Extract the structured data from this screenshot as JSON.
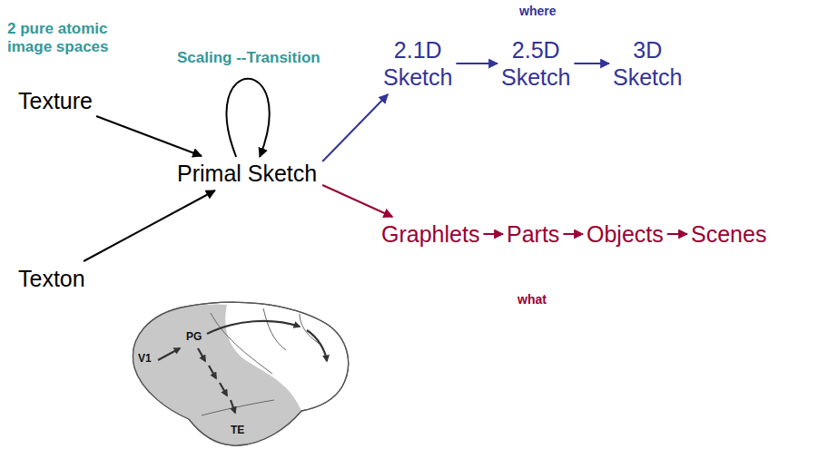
{
  "diagram": {
    "nodes": [
      {
        "text": [
          "Texture"
        ]
      },
      {
        "text": [
          "Texton"
        ]
      },
      {
        "text": [
          "Primal Sketch"
        ]
      },
      {
        "text": [
          "2.1D Sketch"
        ]
      },
      {
        "text": [
          "2.5D Sketch"
        ]
      },
      {
        "text": [
          "3D Sketch"
        ]
      },
      {
        "text": [
          "Graphlets"
        ]
      },
      {
        "text": [
          "Parts"
        ]
      },
      {
        "text": [
          "Objects"
        ]
      },
      {
        "text": [
          "Scenes"
        ]
      }
    ],
    "edges": [
      {
        "from": 0,
        "to": 2,
        "arrow": "to"
      },
      {
        "from": 1,
        "to": 2,
        "arrow": "to"
      },
      {
        "from": 2,
        "to": 2,
        "arrow": "to"
      },
      {
        "from": 2,
        "to": 3,
        "arrow": "to"
      },
      {
        "from": 3,
        "to": 4,
        "arrow": "to"
      },
      {
        "from": 4,
        "to": 5,
        "arrow": "to"
      },
      {
        "from": 2,
        "to": 6,
        "arrow": "to"
      },
      {
        "from": 6,
        "to": 7,
        "arrow": "to"
      },
      {
        "from": 7,
        "to": 8,
        "arrow": "to"
      },
      {
        "from": 8,
        "to": 9,
        "arrow": "to"
      }
    ],
    "labels": [
      "2 pure atomic image spaces",
      "Scaling --Transition",
      "where",
      "what",
      "V1",
      "PG",
      "TE"
    ]
  }
}
